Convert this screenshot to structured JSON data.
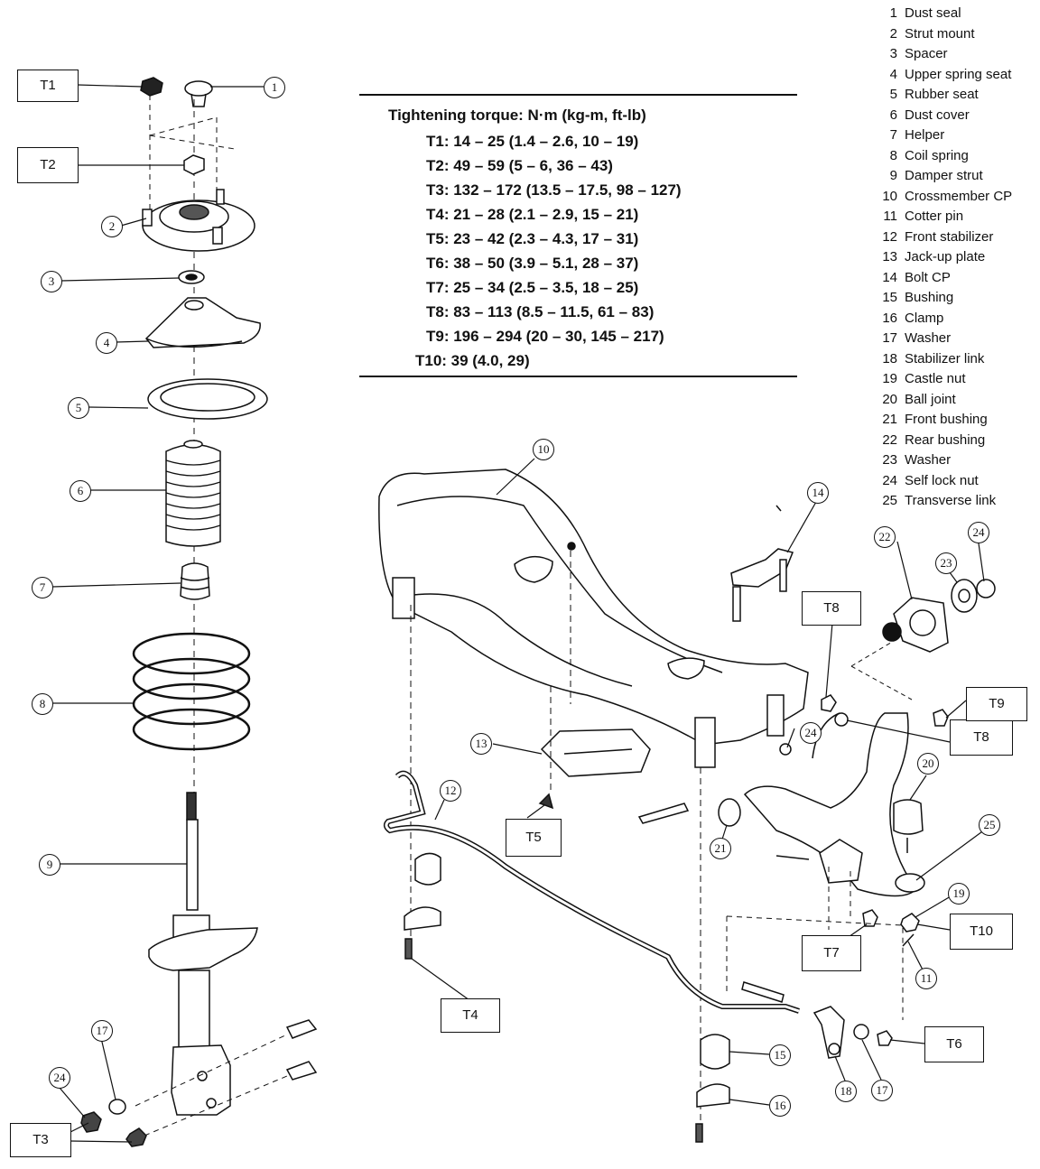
{
  "torque": {
    "heading": "Tightening torque:  N·m (kg-m, ft-lb)",
    "lines": [
      "T1:  14 – 25 (1.4 – 2.6, 10 – 19)",
      "T2:  49 – 59 (5 – 6, 36 – 43)",
      "T3:  132 – 172 (13.5 – 17.5, 98 – 127)",
      "T4:  21 – 28 (2.1 – 2.9, 15 – 21)",
      "T5:  23 – 42 (2.3 – 4.3, 17 – 31)",
      "T6:  38 – 50 (3.9 – 5.1, 28 – 37)",
      "T7:  25 – 34 (2.5 – 3.5, 18 – 25)",
      "T8:  83 – 113 (8.5 – 11.5, 61 – 83)",
      "T9:  196 – 294 (20 – 30, 145 – 217)",
      "T10:  39 (4.0, 29)"
    ]
  },
  "parts": [
    {
      "num": "1",
      "name": "Dust seal"
    },
    {
      "num": "2",
      "name": "Strut mount"
    },
    {
      "num": "3",
      "name": "Spacer"
    },
    {
      "num": "4",
      "name": "Upper spring seat"
    },
    {
      "num": "5",
      "name": "Rubber seat"
    },
    {
      "num": "6",
      "name": "Dust cover"
    },
    {
      "num": "7",
      "name": "Helper"
    },
    {
      "num": "8",
      "name": "Coil spring"
    },
    {
      "num": "9",
      "name": "Damper strut"
    },
    {
      "num": "10",
      "name": "Crossmember CP"
    },
    {
      "num": "11",
      "name": "Cotter pin"
    },
    {
      "num": "12",
      "name": "Front stabilizer"
    },
    {
      "num": "13",
      "name": "Jack-up plate"
    },
    {
      "num": "14",
      "name": "Bolt CP"
    },
    {
      "num": "15",
      "name": "Bushing"
    },
    {
      "num": "16",
      "name": "Clamp"
    },
    {
      "num": "17",
      "name": "Washer"
    },
    {
      "num": "18",
      "name": "Stabilizer link"
    },
    {
      "num": "19",
      "name": "Castle nut"
    },
    {
      "num": "20",
      "name": "Ball joint"
    },
    {
      "num": "21",
      "name": "Front bushing"
    },
    {
      "num": "22",
      "name": "Rear bushing"
    },
    {
      "num": "23",
      "name": "Washer"
    },
    {
      "num": "24",
      "name": "Self lock nut"
    },
    {
      "num": "25",
      "name": "Transverse link"
    }
  ],
  "torque_boxes": [
    "T1",
    "T2",
    "T3",
    "T4",
    "T5",
    "T6",
    "T7",
    "T8",
    "T8",
    "T9",
    "T10"
  ],
  "callouts": [
    "1",
    "2",
    "3",
    "4",
    "5",
    "6",
    "7",
    "8",
    "9",
    "10",
    "11",
    "12",
    "13",
    "14",
    "15",
    "16",
    "17",
    "17",
    "18",
    "19",
    "20",
    "21",
    "22",
    "23",
    "24",
    "24",
    "24",
    "25"
  ]
}
